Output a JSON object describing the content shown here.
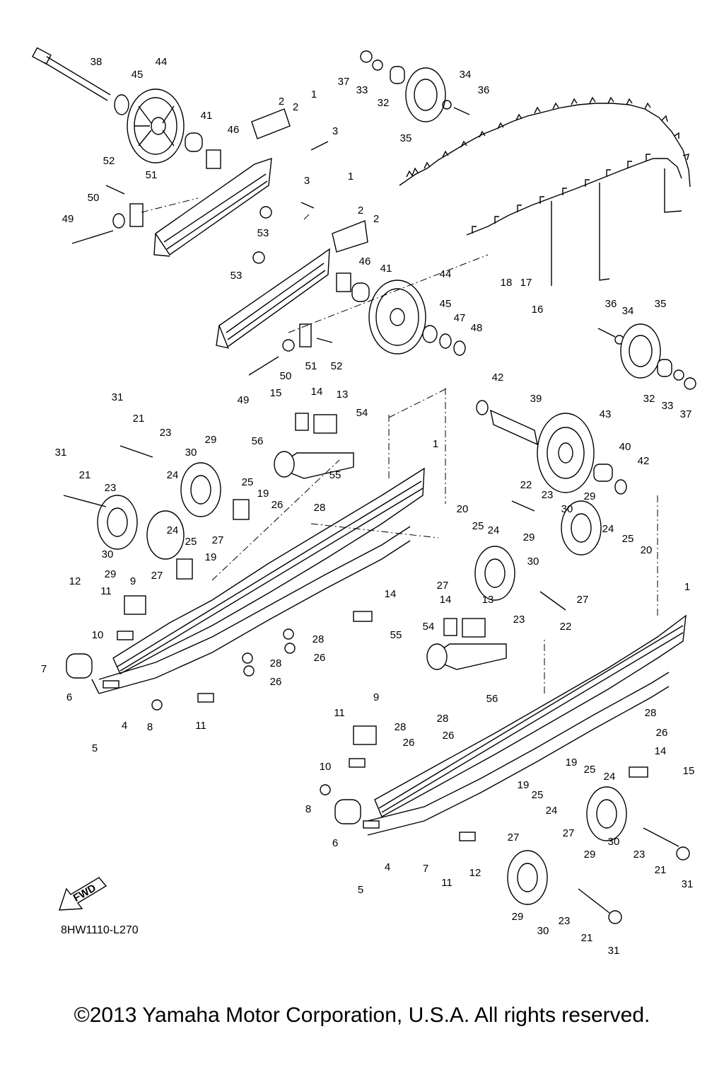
{
  "diagram_code": "8HW1110-L270",
  "copyright": "©2013 Yamaha Motor Corporation, U.S.A. All rights reserved.",
  "fwd_label": "FWD",
  "part_numbers": [
    "1",
    "2",
    "3",
    "4",
    "5",
    "6",
    "7",
    "8",
    "9",
    "10",
    "11",
    "12",
    "13",
    "14",
    "15",
    "16",
    "17",
    "18",
    "19",
    "20",
    "21",
    "22",
    "23",
    "24",
    "25",
    "26",
    "27",
    "28",
    "29",
    "30",
    "31",
    "32",
    "33",
    "34",
    "35",
    "36",
    "37",
    "38",
    "39",
    "40",
    "41",
    "42",
    "43",
    "44",
    "45",
    "46",
    "47",
    "48",
    "49",
    "50",
    "51",
    "52",
    "53",
    "54",
    "55",
    "56"
  ],
  "callouts": [
    {
      "n": "38"
    },
    {
      "n": "44"
    },
    {
      "n": "45"
    },
    {
      "n": "41"
    },
    {
      "n": "46"
    },
    {
      "n": "2"
    },
    {
      "n": "2"
    },
    {
      "n": "1"
    },
    {
      "n": "3"
    },
    {
      "n": "52"
    },
    {
      "n": "51"
    },
    {
      "n": "50"
    },
    {
      "n": "49"
    },
    {
      "n": "53"
    },
    {
      "n": "37"
    },
    {
      "n": "33"
    },
    {
      "n": "32"
    },
    {
      "n": "35"
    },
    {
      "n": "34"
    },
    {
      "n": "36"
    },
    {
      "n": "1"
    },
    {
      "n": "3"
    },
    {
      "n": "2"
    },
    {
      "n": "2"
    },
    {
      "n": "53"
    },
    {
      "n": "46"
    },
    {
      "n": "41"
    },
    {
      "n": "44"
    },
    {
      "n": "45"
    },
    {
      "n": "47"
    },
    {
      "n": "48"
    },
    {
      "n": "50"
    },
    {
      "n": "51"
    },
    {
      "n": "52"
    },
    {
      "n": "49"
    },
    {
      "n": "18"
    },
    {
      "n": "17"
    },
    {
      "n": "16"
    },
    {
      "n": "36"
    },
    {
      "n": "34"
    },
    {
      "n": "35"
    },
    {
      "n": "32"
    },
    {
      "n": "33"
    },
    {
      "n": "37"
    },
    {
      "n": "42"
    },
    {
      "n": "39"
    },
    {
      "n": "43"
    },
    {
      "n": "40"
    },
    {
      "n": "42"
    },
    {
      "n": "31"
    },
    {
      "n": "21"
    },
    {
      "n": "23"
    },
    {
      "n": "29"
    },
    {
      "n": "30"
    },
    {
      "n": "15"
    },
    {
      "n": "14"
    },
    {
      "n": "13"
    },
    {
      "n": "54"
    },
    {
      "n": "56"
    },
    {
      "n": "55"
    },
    {
      "n": "31"
    },
    {
      "n": "21"
    },
    {
      "n": "23"
    },
    {
      "n": "24"
    },
    {
      "n": "25"
    },
    {
      "n": "19"
    },
    {
      "n": "26"
    },
    {
      "n": "28"
    },
    {
      "n": "27"
    },
    {
      "n": "1"
    },
    {
      "n": "24"
    },
    {
      "n": "25"
    },
    {
      "n": "30"
    },
    {
      "n": "29"
    },
    {
      "n": "27"
    },
    {
      "n": "19"
    },
    {
      "n": "12"
    },
    {
      "n": "11"
    },
    {
      "n": "9"
    },
    {
      "n": "10"
    },
    {
      "n": "7"
    },
    {
      "n": "6"
    },
    {
      "n": "5"
    },
    {
      "n": "4"
    },
    {
      "n": "8"
    },
    {
      "n": "11"
    },
    {
      "n": "28"
    },
    {
      "n": "26"
    },
    {
      "n": "28"
    },
    {
      "n": "26"
    },
    {
      "n": "14"
    },
    {
      "n": "22"
    },
    {
      "n": "23"
    },
    {
      "n": "29"
    },
    {
      "n": "30"
    },
    {
      "n": "20"
    },
    {
      "n": "25"
    },
    {
      "n": "24"
    },
    {
      "n": "29"
    },
    {
      "n": "30"
    },
    {
      "n": "27"
    },
    {
      "n": "23"
    },
    {
      "n": "22"
    },
    {
      "n": "24"
    },
    {
      "n": "25"
    },
    {
      "n": "20"
    },
    {
      "n": "27"
    },
    {
      "n": "1"
    },
    {
      "n": "14"
    },
    {
      "n": "13"
    },
    {
      "n": "54"
    },
    {
      "n": "55"
    },
    {
      "n": "56"
    },
    {
      "n": "9"
    },
    {
      "n": "11"
    },
    {
      "n": "28"
    },
    {
      "n": "26"
    },
    {
      "n": "28"
    },
    {
      "n": "26"
    },
    {
      "n": "28"
    },
    {
      "n": "26"
    },
    {
      "n": "10"
    },
    {
      "n": "14"
    },
    {
      "n": "15"
    },
    {
      "n": "19"
    },
    {
      "n": "25"
    },
    {
      "n": "24"
    },
    {
      "n": "19"
    },
    {
      "n": "25"
    },
    {
      "n": "24"
    },
    {
      "n": "27"
    },
    {
      "n": "27"
    },
    {
      "n": "8"
    },
    {
      "n": "6"
    },
    {
      "n": "7"
    },
    {
      "n": "11"
    },
    {
      "n": "12"
    },
    {
      "n": "5"
    },
    {
      "n": "4"
    },
    {
      "n": "30"
    },
    {
      "n": "23"
    },
    {
      "n": "21"
    },
    {
      "n": "31"
    },
    {
      "n": "29"
    },
    {
      "n": "29"
    },
    {
      "n": "30"
    },
    {
      "n": "23"
    },
    {
      "n": "21"
    },
    {
      "n": "31"
    }
  ]
}
